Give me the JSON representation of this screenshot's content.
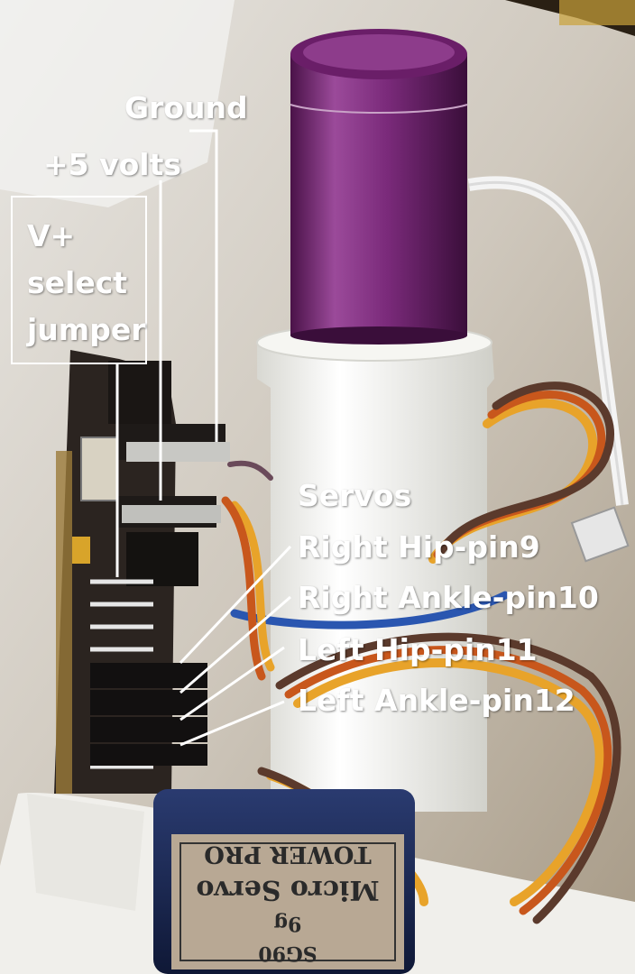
{
  "photo": {
    "subject": "servo-controller-board-with-cylindrical-battery-and-servo",
    "colors": {
      "battery": "#7a2a7a",
      "printed_part": "#f2f2ee",
      "board": "#2b2420",
      "wire_orange": "#e8a32a",
      "wire_red": "#c8571c",
      "wire_brown": "#5b3a2c",
      "wire_blue": "#2a56b0",
      "servo_body": "#1b2a55",
      "servo_sticker": "#b8a894"
    },
    "servo_sticker_text": [
      "SG90",
      "9g",
      "Micro Servo",
      "TOWER PRO"
    ]
  },
  "labels": {
    "ground": "Ground",
    "plus5": "+5 volts",
    "jumper": [
      "V+",
      "select",
      "jumper"
    ],
    "servos_title": "Servos",
    "servo_pins": [
      "Right Hip-pin9",
      "Right Ankle-pin10",
      "Left Hip-pin11",
      "Left Ankle-pin12"
    ]
  }
}
